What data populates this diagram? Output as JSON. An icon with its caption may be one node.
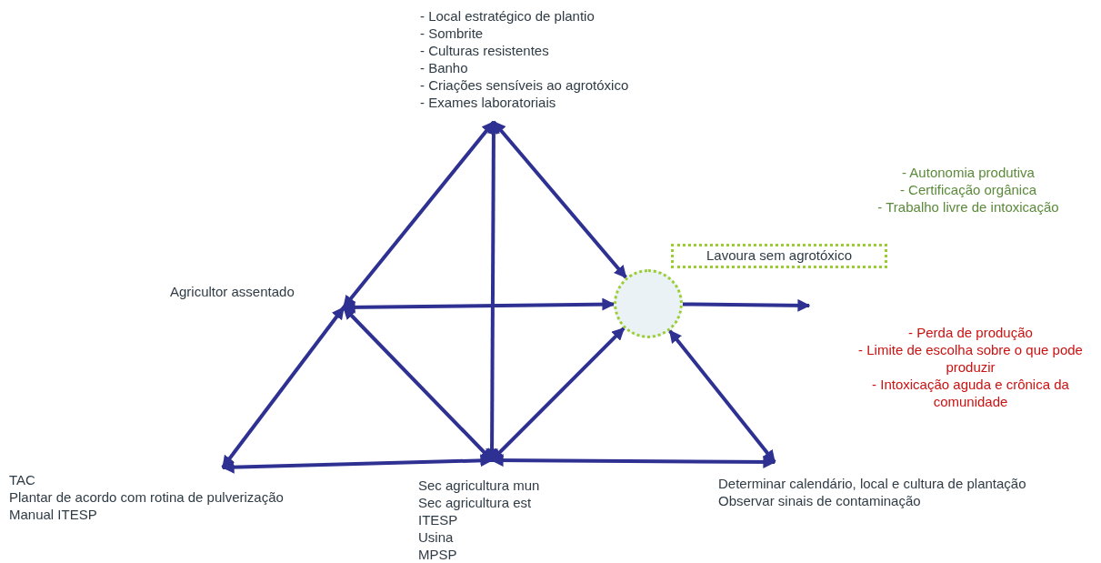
{
  "diagram": {
    "nodes": [
      {
        "text": [
          "- Local estratégico de plantio",
          "- Sombrite",
          "- Culturas resistentes",
          "- Banho",
          "- Criações sensíveis ao agrotóxico",
          "- Exames laboratoriais"
        ]
      },
      {
        "text": [
          "Agricultor assentado"
        ]
      },
      {
        "text": [],
        "shape": "circle"
      },
      {
        "text": [
          "TAC",
          "Plantar de acordo com rotina de pulverização",
          "Manual ITESP"
        ]
      },
      {
        "text": [
          "Sec agricultura mun",
          "Sec agricultura est",
          "ITESP",
          "Usina",
          "MPSP"
        ]
      },
      {
        "text": [
          "Determinar calendário, local e cultura de plantação",
          "Observar sinais de contaminação"
        ]
      },
      {
        "text": [
          "Lavoura sem agrotóxico"
        ]
      }
    ],
    "edges": [
      {
        "from": 1,
        "to": 0,
        "arrow": "both"
      },
      {
        "from": 0,
        "to": 4,
        "arrow": "both"
      },
      {
        "from": 0,
        "to": 2,
        "arrow": "both"
      },
      {
        "from": 1,
        "to": 2,
        "arrow": "both"
      },
      {
        "from": 1,
        "to": 3,
        "arrow": "both"
      },
      {
        "from": 1,
        "to": 4,
        "arrow": "both"
      },
      {
        "from": 3,
        "to": 4,
        "arrow": "both"
      },
      {
        "from": 4,
        "to": 2,
        "arrow": "both"
      },
      {
        "from": 4,
        "to": 5,
        "arrow": "both"
      },
      {
        "from": 2,
        "to": 5,
        "arrow": "both"
      },
      {
        "from": 2,
        "to": null,
        "arrow": "to"
      }
    ],
    "labels": [
      "- Autonomia produtiva",
      "- Certificação orgânica",
      "- Trabalho livre de intoxicação",
      "- Perda de produção",
      "- Limite de escolha sobre o que pode produzir",
      "- Intoxicação aguda e crônica da comunidade"
    ]
  }
}
